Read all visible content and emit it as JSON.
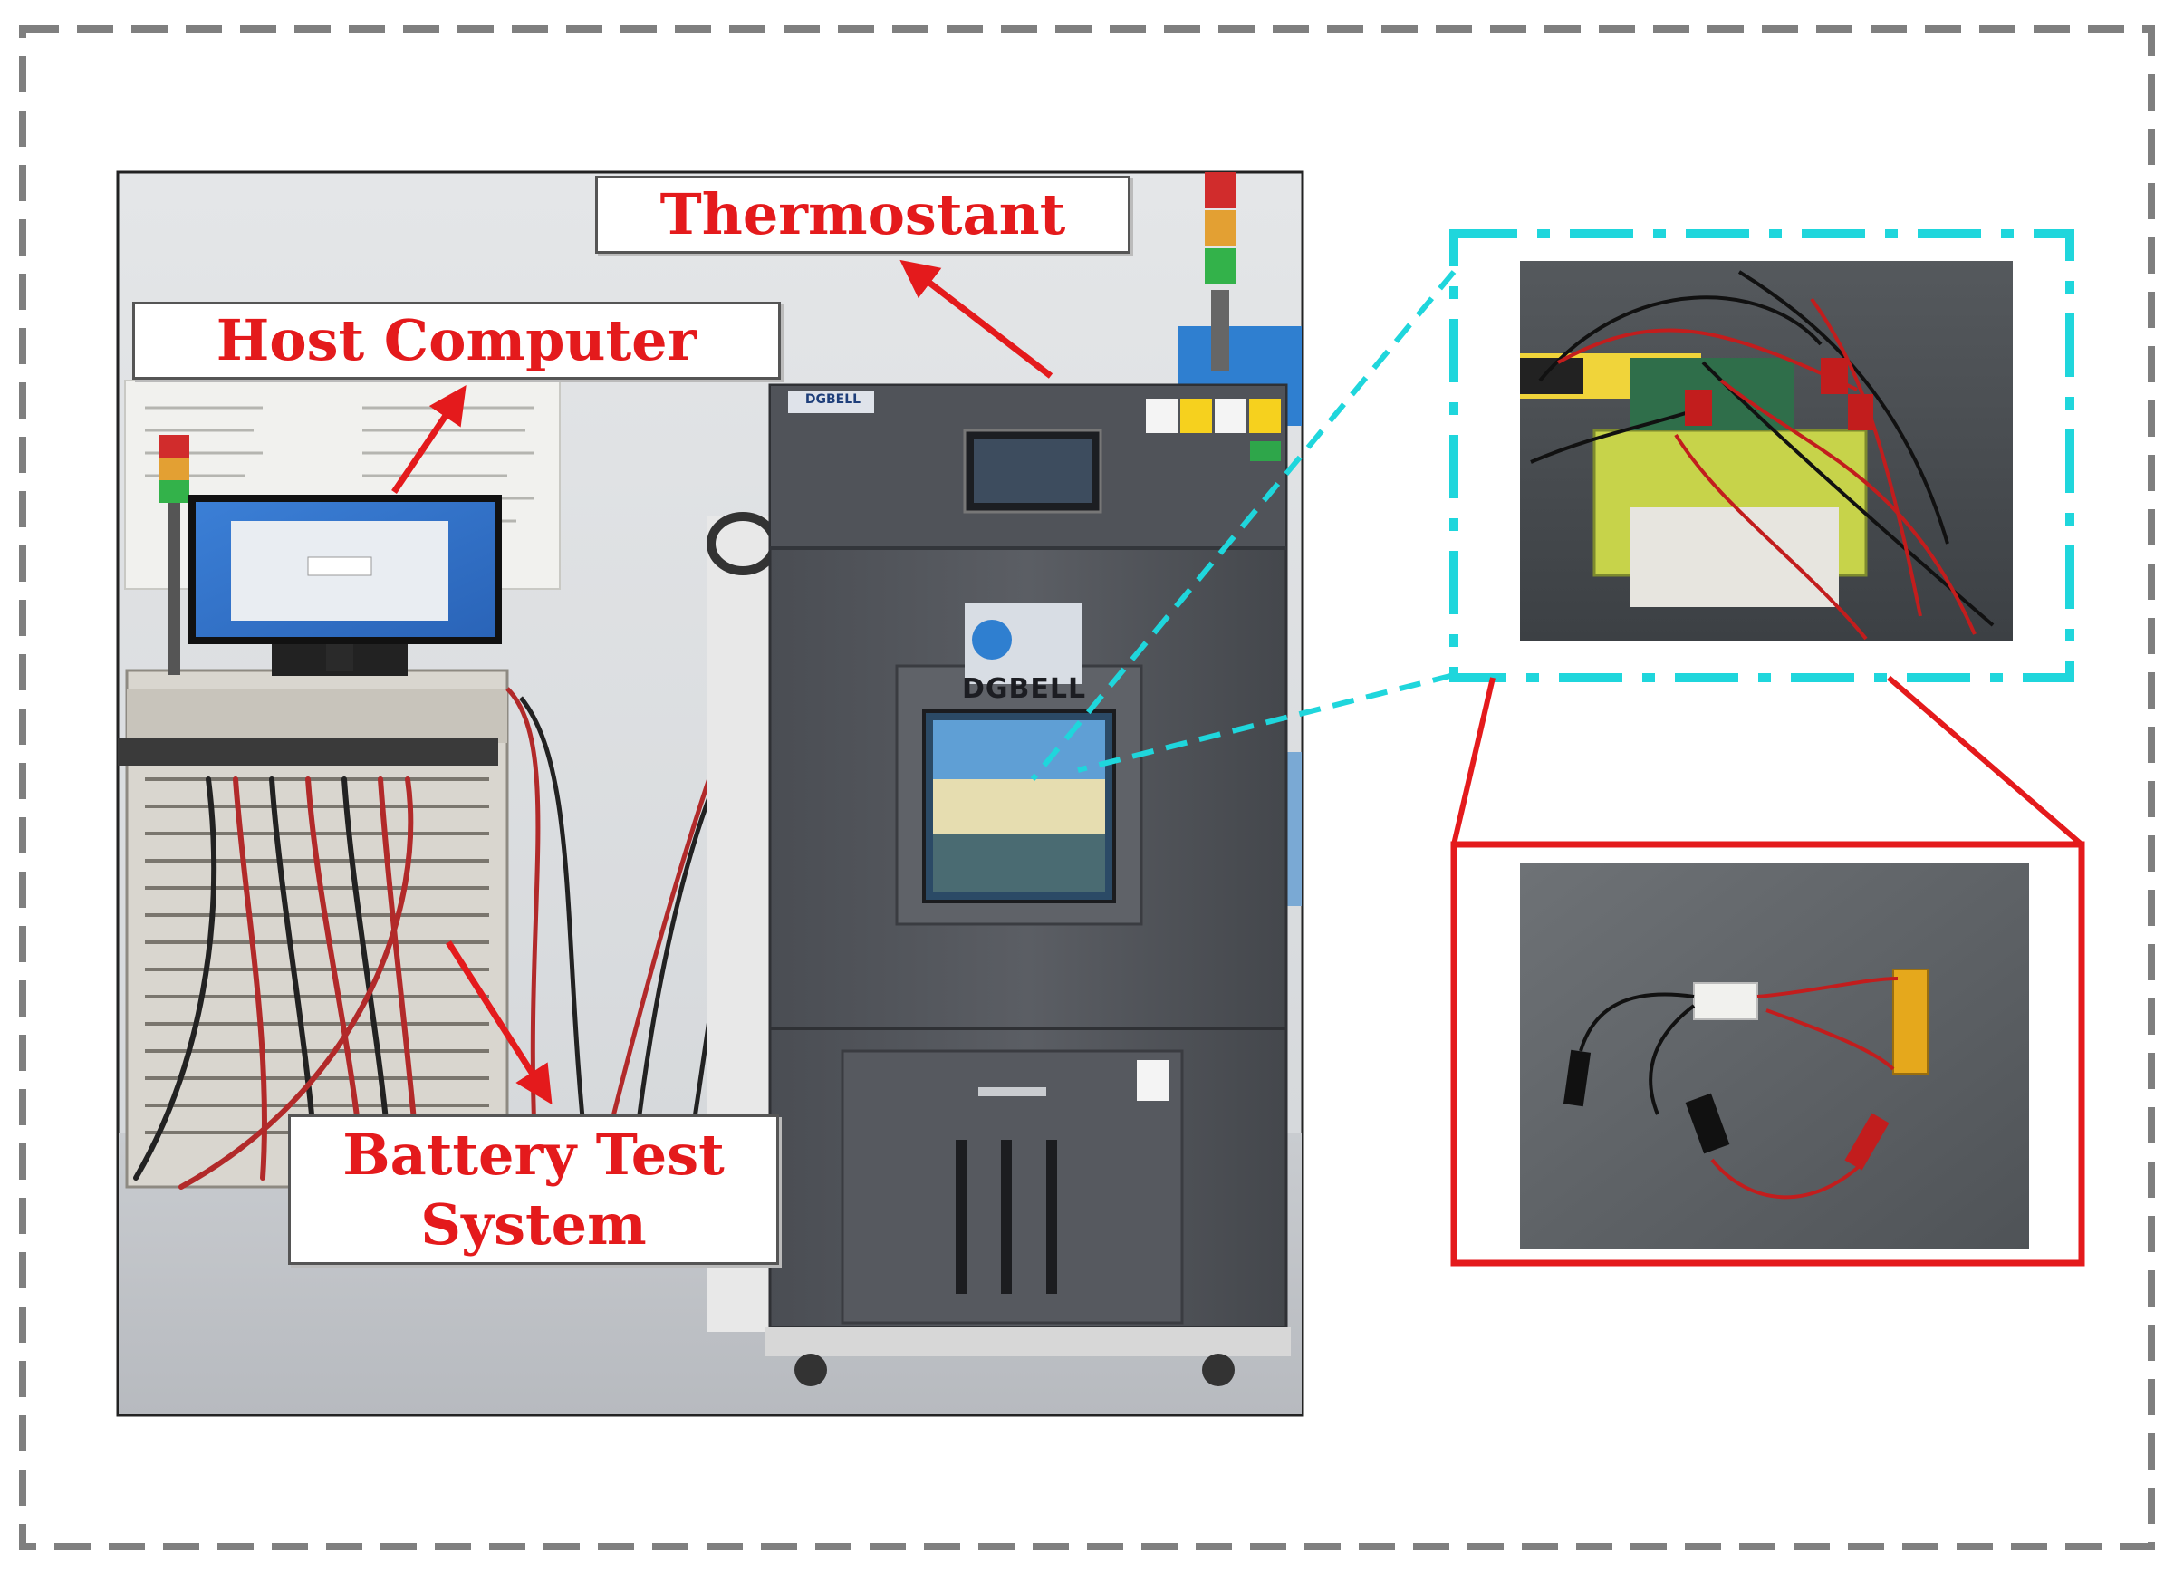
{
  "labels": {
    "thermostat": "Thermostant",
    "host_computer": "Host Computer",
    "battery_test_system_line1": "Battery Test",
    "battery_test_system_line2": "System"
  },
  "equipment_text": {
    "chamber_brand": "DGBELL",
    "chamber_badge": "DGBELL"
  },
  "colors": {
    "label_text": "#e41a1c",
    "arrow": "#e41a1c",
    "outer_border": "#7f7f7f",
    "zoom_box_cyan": "#1fd6dc",
    "zoom_box_red": "#e41a1c"
  }
}
